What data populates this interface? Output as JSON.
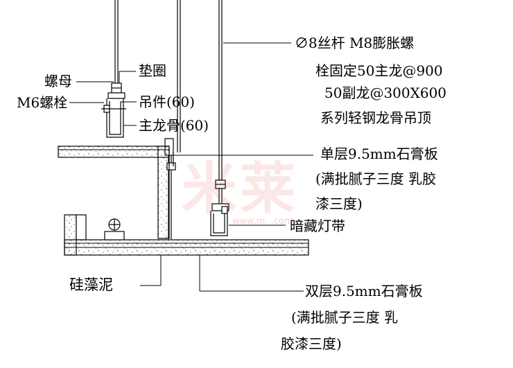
{
  "labels": {
    "rod": "∅8丝杆 M8膨胀螺",
    "rod_2": "栓固定50主龙@900",
    "rod_3": "50副龙@300X600",
    "rod_4": "系列轻钢龙骨吊顶",
    "washer": "垫圈",
    "nut": "螺母",
    "bolt": "M6螺栓",
    "hanger": "吊件(60)",
    "main_keel": "主龙骨(60)",
    "single_board_1": "单层9.5mm石膏板",
    "single_board_2": "(满批腻子三度 乳胶",
    "single_board_3": "漆三度)",
    "led_strip": "暗藏灯带",
    "diatom_mud": "硅藻泥",
    "double_board_1": "双层9.5mm石膏板",
    "double_board_2": "(满批腻子三度 乳",
    "double_board_3": "胶漆三度)"
  },
  "watermark": {
    "text": "米莱",
    "url": "www.m...com"
  },
  "colors": {
    "line": "#000000",
    "watermark": "#e74c3c"
  }
}
